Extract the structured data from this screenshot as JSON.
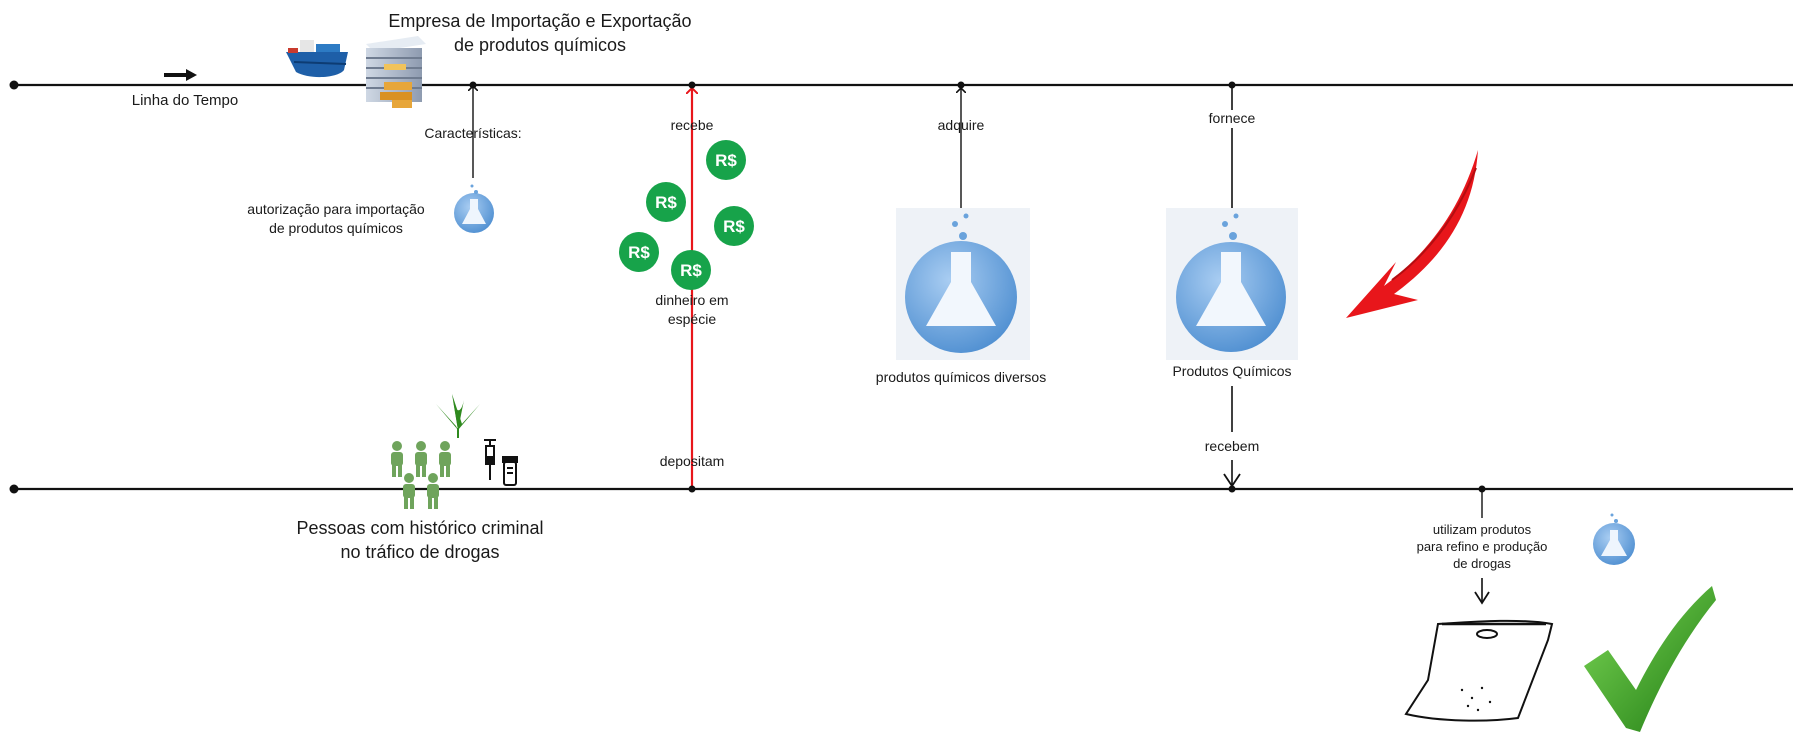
{
  "company": {
    "title_line1": "Empresa de Importação e Exportação",
    "title_line2": "de produtos químicos"
  },
  "timeline": {
    "label": "Linha do Tempo"
  },
  "company_links": {
    "characteristics": "Características:",
    "authorization_line1": "autorização para importação",
    "authorization_line2": "de produtos químicos",
    "receives": "recebe",
    "acquires": "adquire",
    "supplies": "fornece"
  },
  "money": {
    "symbol": "R$",
    "label_line1": "dinheiro em",
    "label_line2": "espécie"
  },
  "chemicals": {
    "various_label": "produtos químicos diversos",
    "main_label": "Produtos Químicos"
  },
  "people": {
    "label_line1": "Pessoas com histórico criminal",
    "label_line2": "no tráfico de drogas",
    "deposit": "depositam",
    "receive": "recebem",
    "use_line1": "utilizam produtos",
    "use_line2": "para refino e produção",
    "use_line3": "de drogas"
  },
  "colors": {
    "line": "#111111",
    "money_flow": "#e8161b",
    "money_badge": "#17a34a",
    "flask": "#6aa3dc",
    "people": "#6fa45c",
    "check": "#2f9a1f"
  }
}
